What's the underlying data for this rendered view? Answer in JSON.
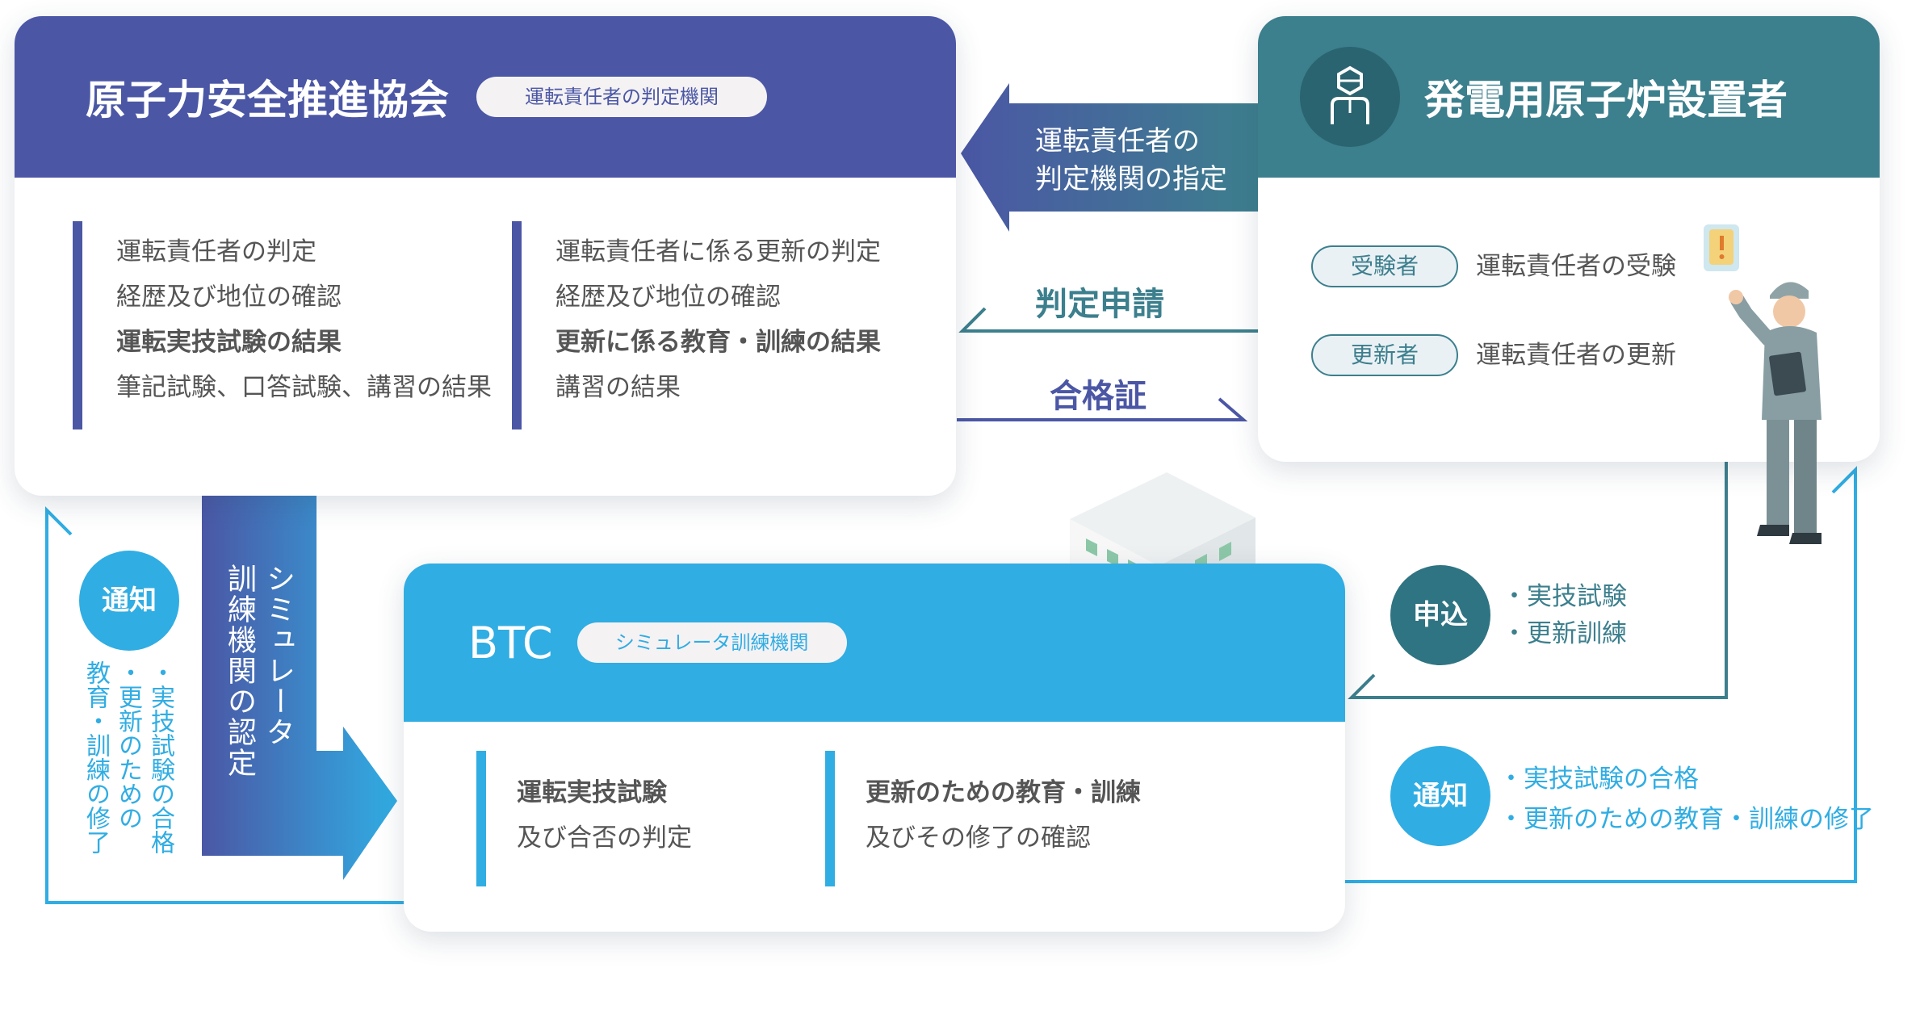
{
  "colors": {
    "indigo": "#4b57a5",
    "teal": "#3c7f8d",
    "sky": "#30ade3",
    "pill_bg": "#f5f2f4"
  },
  "kyokai": {
    "title": "原子力安全推進協会",
    "badge": "運転責任者の判定機関",
    "left_items": [
      "運転責任者の判定",
      "経歴及び地位の確認",
      "運転実技試験の結果",
      "筆記試験、口答試験、講習の結果"
    ],
    "right_items": [
      "運転責任者に係る更新の判定",
      "経歴及び地位の確認",
      "更新に係る教育・訓練の結果",
      "講習の結果"
    ]
  },
  "setchisha": {
    "title": "発電用原子炉設置者",
    "icon": "person-icon",
    "roles": [
      {
        "label": "受験者",
        "text": "運転責任者の受験"
      },
      {
        "label": "更新者",
        "text": "運転責任者の更新"
      }
    ]
  },
  "btc": {
    "title": "BTC",
    "badge": "シミュレータ訓練機関",
    "left_item_1": "運転実技試験",
    "left_item_2": "及び合否の判定",
    "right_item_1": "更新のための教育・訓練",
    "right_item_2": "及びその修了の確認"
  },
  "arrows": {
    "designation": [
      "運転責任者の",
      "判定機関の指定"
    ],
    "application": "判定申請",
    "certificate": "合格証",
    "simulator_certification": [
      "シミュレータ",
      "訓練機関の認定"
    ]
  },
  "notices": {
    "left_circle": "通知",
    "left_items": [
      "・実技試験の合格",
      "・更新のための",
      "教育・訓練の修了"
    ],
    "apply_circle": "申込",
    "apply_items": [
      "・実技試験",
      "・更新訓練"
    ],
    "right_circle": "通知",
    "right_items": [
      "・実技試験の合格",
      "・更新のための教育・訓練の修了"
    ]
  }
}
